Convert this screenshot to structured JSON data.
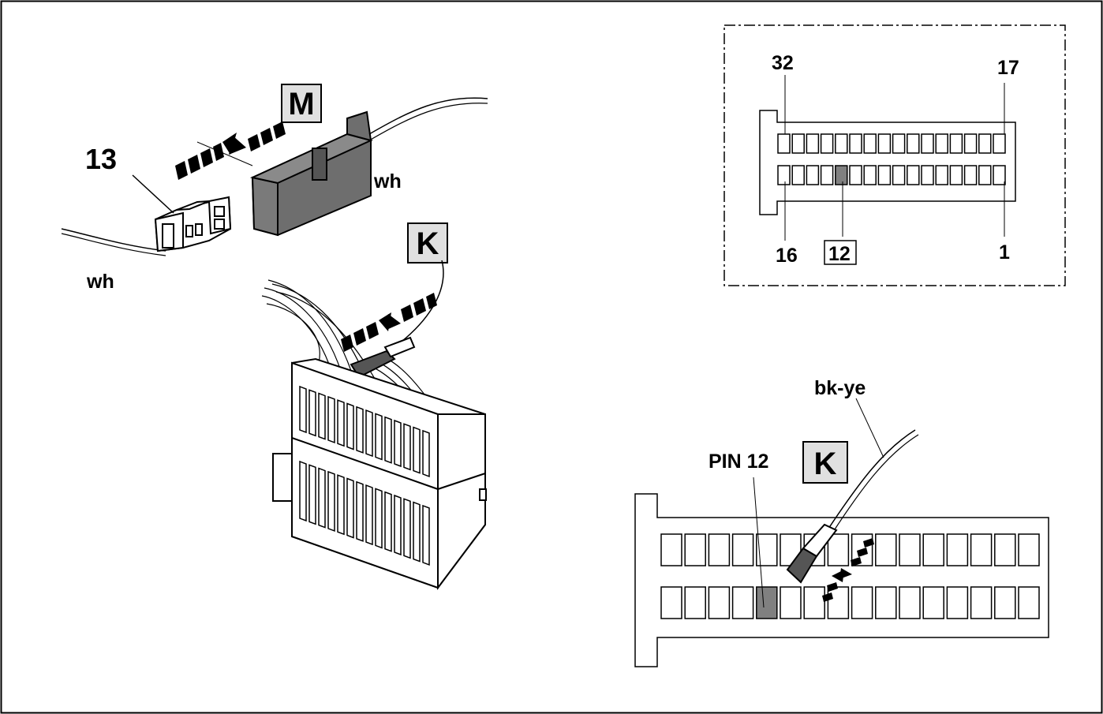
{
  "left_view": {
    "part_number": "13",
    "connector_m_label": "M",
    "connector_k_label": "K",
    "wire_color_13": "wh",
    "wire_color_m": "wh"
  },
  "pin_layout": {
    "top_left_pin": "32",
    "top_right_pin": "17",
    "bottom_left_pin": "16",
    "highlighted_pin": "12",
    "bottom_right_pin": "1",
    "pins_per_row": 16,
    "highlighted_pin_color": "#808080"
  },
  "detail_view": {
    "pin_label": "PIN 12",
    "connector_label": "K",
    "wire_color": "bk-ye"
  },
  "colors": {
    "connector_dark": "#6e6e6e",
    "highlight_pin": "#808080",
    "label_box_fill": "#e0e0e0"
  }
}
